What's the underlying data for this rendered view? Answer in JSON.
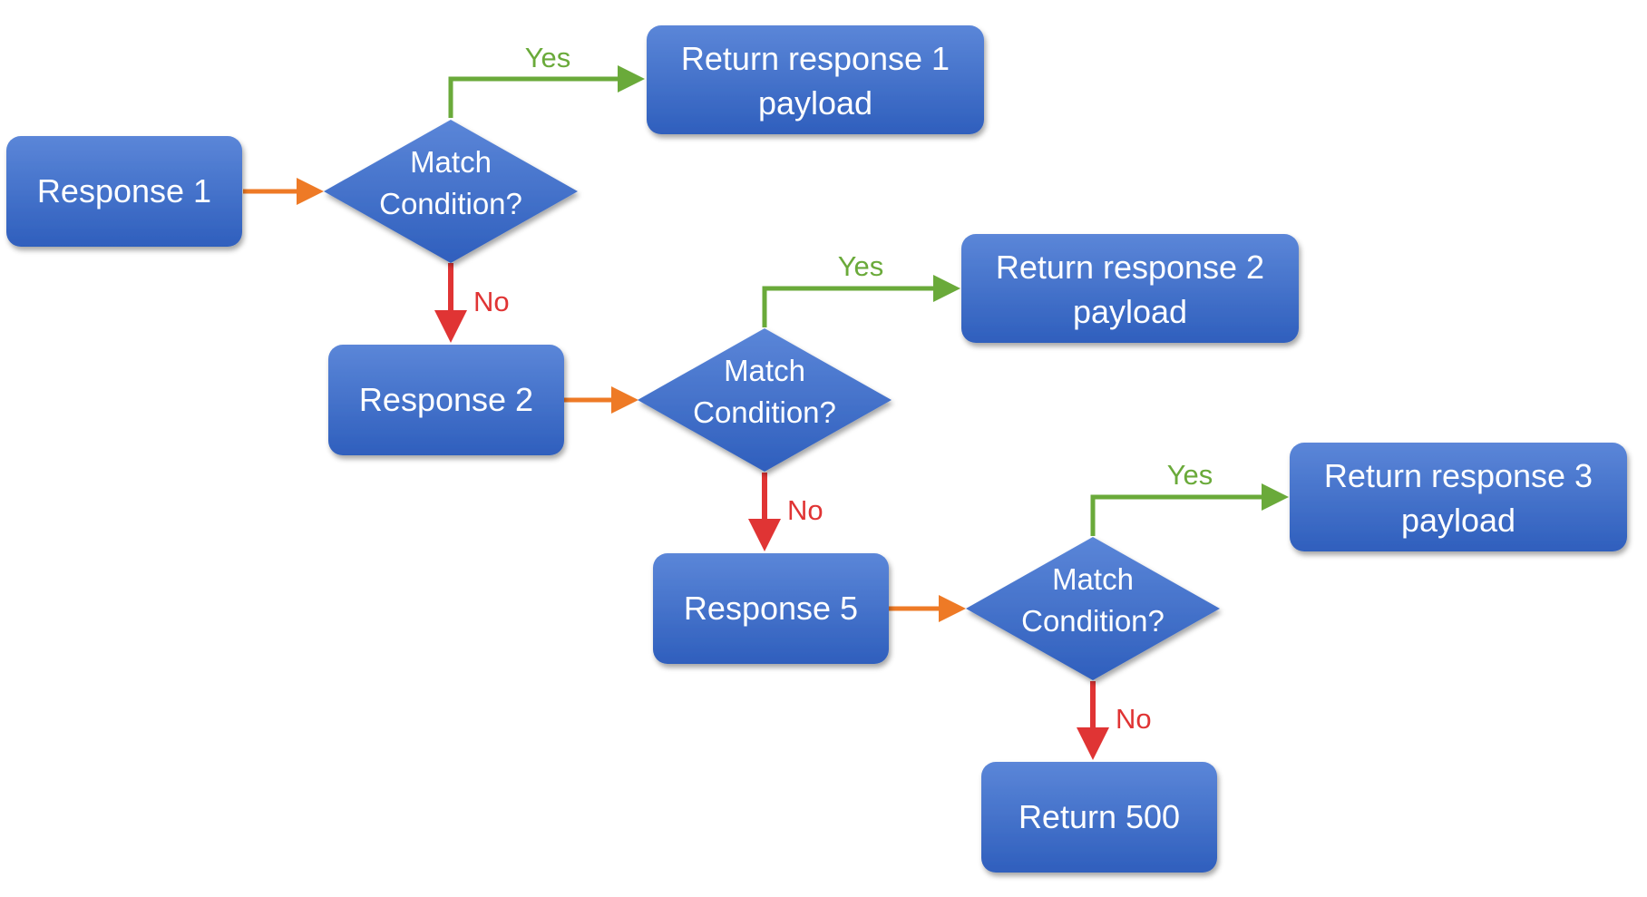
{
  "colors": {
    "box_top": "#5b86d8",
    "box_bottom": "#2f5fbd",
    "yes": "#6aaa3a",
    "no": "#e03434",
    "flow": "#ee7a26",
    "shape_text": "#ffffff"
  },
  "start": {
    "label": "Response 1"
  },
  "stages": [
    {
      "decision": {
        "line1": "Match",
        "line2": "Condition?"
      },
      "yes_label": "Yes",
      "yes_target": {
        "line1": "Return response 1",
        "line2": "payload"
      },
      "no_label": "No",
      "next": {
        "label": "Response 2"
      }
    },
    {
      "decision": {
        "line1": "Match",
        "line2": "Condition?"
      },
      "yes_label": "Yes",
      "yes_target": {
        "line1": "Return response 2",
        "line2": "payload"
      },
      "no_label": "No",
      "next": {
        "label": "Response 5"
      }
    },
    {
      "decision": {
        "line1": "Match",
        "line2": "Condition?"
      },
      "yes_label": "Yes",
      "yes_target": {
        "line1": "Return response 3",
        "line2": "payload"
      },
      "no_label": "No",
      "next": {
        "label": "Return 500"
      }
    }
  ]
}
